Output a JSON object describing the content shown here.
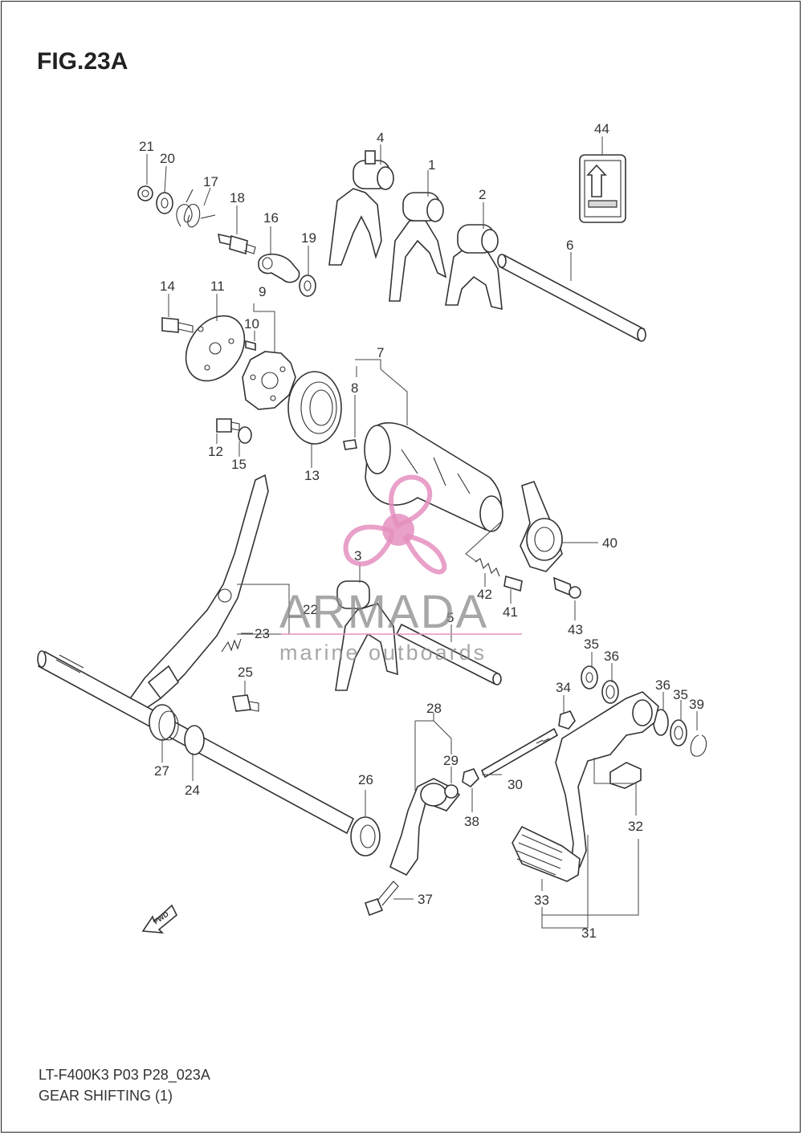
{
  "figure": {
    "title": "FIG.23A",
    "model_code": "LT-F400K3 P03 P28_023A",
    "caption": "GEAR SHIFTING (1)"
  },
  "callouts": [
    "1",
    "2",
    "3",
    "4",
    "5",
    "6",
    "7",
    "8",
    "9",
    "10",
    "11",
    "12",
    "13",
    "14",
    "15",
    "16",
    "17",
    "18",
    "19",
    "20",
    "21",
    "22",
    "23",
    "24",
    "25",
    "26",
    "27",
    "28",
    "29",
    "30",
    "31",
    "32",
    "33",
    "34",
    "35",
    "36",
    "37",
    "38",
    "39",
    "40",
    "41",
    "42",
    "43",
    "44"
  ],
  "extra_callouts": {
    "35b": "35",
    "36b": "36"
  },
  "fwd_label": "FWD",
  "watermark": {
    "brand": "ARMADA",
    "tagline": "marine outboards",
    "color": "#e58fc0"
  }
}
